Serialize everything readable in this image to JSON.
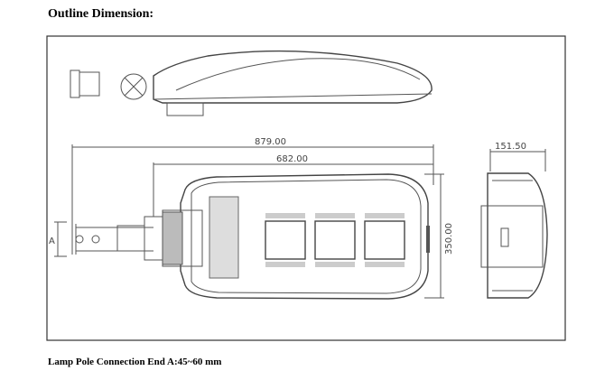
{
  "heading": "Outline Dimension:",
  "drawing": {
    "dimensions": {
      "overall_length": "879.00",
      "body_length": "682.00",
      "width": "350.00",
      "height": "151.50",
      "pole_label": "A"
    }
  },
  "note": "Lamp Pole Connection End A:45~60 mm"
}
